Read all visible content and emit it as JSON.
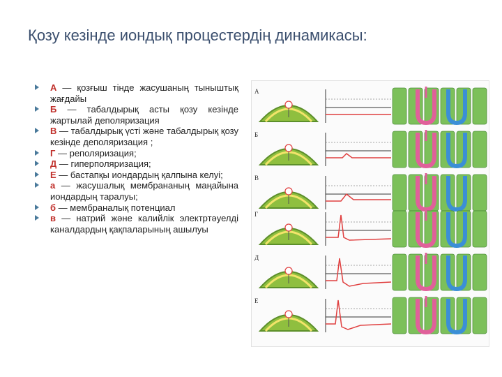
{
  "title": "Қозу кезінде иондық процестердің динамикасы:",
  "bullets": [
    {
      "letter": "А",
      "text": " — қозғыш тінде жасушаның тыныштық жағдайы"
    },
    {
      "letter": "Б",
      "text": " — табалдырық асты қозу кезінде жартылай деполяризация"
    },
    {
      "letter": "В",
      "text": " — табалдырық үсті және табалдырық қозу кезінде деполяризация ;"
    },
    {
      "letter": "Г",
      "text": " — реполяризация;"
    },
    {
      "letter": "Д",
      "text": " — гиперполяризация;"
    },
    {
      "letter": "Е",
      "text": " — бастапқы иондардың қалпына келуі;"
    },
    {
      "letter": "а",
      "text": " — жасушалық мембрананың маңайына иондардың таралуы;"
    },
    {
      "letter": "б",
      "text": " — мембраналық потенциал"
    },
    {
      "letter": "в",
      "text": " — натрий және калийлік электртәуелді каналдардың қақпаларының ашылуы"
    }
  ],
  "figure": {
    "row_letters": [
      "А",
      "Б",
      "В",
      "Г",
      "Д",
      "Е"
    ],
    "colors": {
      "dome": "#8fbf3f",
      "dome_dark": "#5c8f2a",
      "channel_green": "#7cc05a",
      "channel_blue": "#3b8fd6",
      "channel_pink": "#e0609a",
      "spike": "#e04040",
      "yellow": "#f2e46a"
    }
  }
}
